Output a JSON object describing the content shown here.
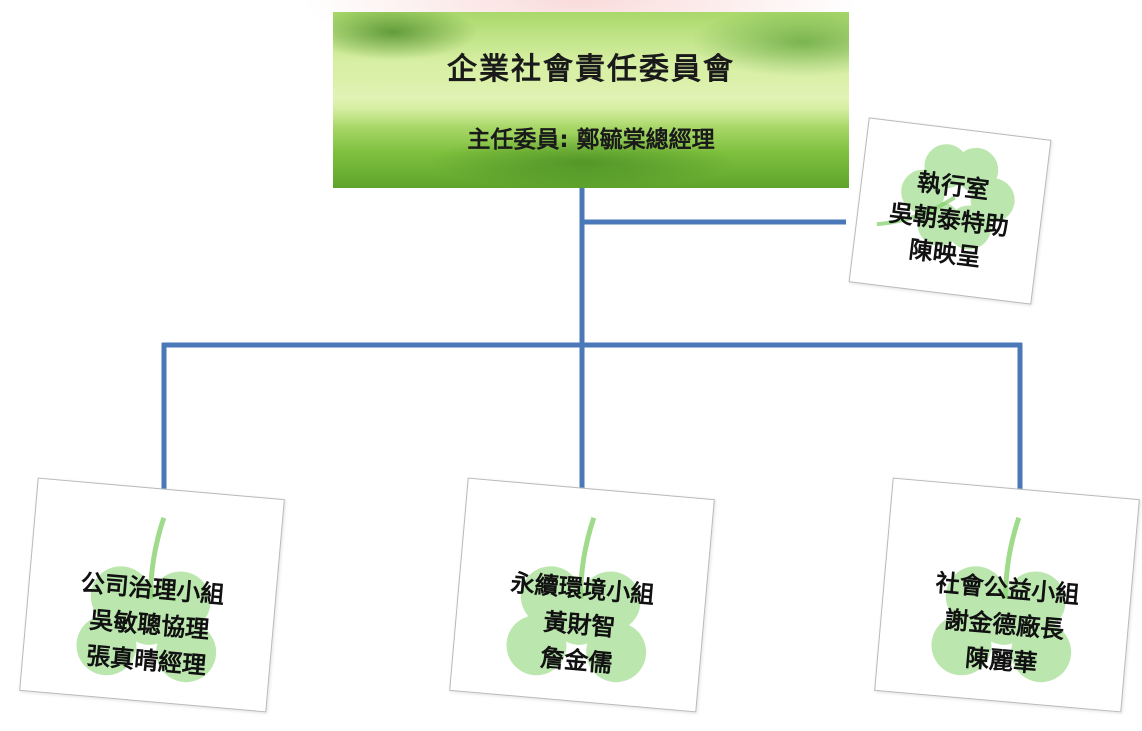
{
  "committee": {
    "title": "企業社會責任委員會",
    "chair": "主任委員: 鄭毓棠總經理"
  },
  "executive_office": {
    "name": "執行室",
    "members": [
      "吳朝泰特助",
      "陳映呈"
    ]
  },
  "groups": [
    {
      "name": "公司治理小組",
      "members": [
        "吳敏聰協理",
        "張真晴經理"
      ]
    },
    {
      "name": "永續環境小組",
      "members": [
        "黃財智",
        "詹金儒"
      ]
    },
    {
      "name": "社會公益小組",
      "members": [
        "謝金德廠長",
        "陳麗華"
      ]
    }
  ],
  "colors": {
    "connector": "#4a78b8",
    "header_green": "#7fc03e",
    "clover_green": "#8ed87a"
  },
  "icons": {
    "card_decoration": "four-leaf-clover-icon"
  }
}
